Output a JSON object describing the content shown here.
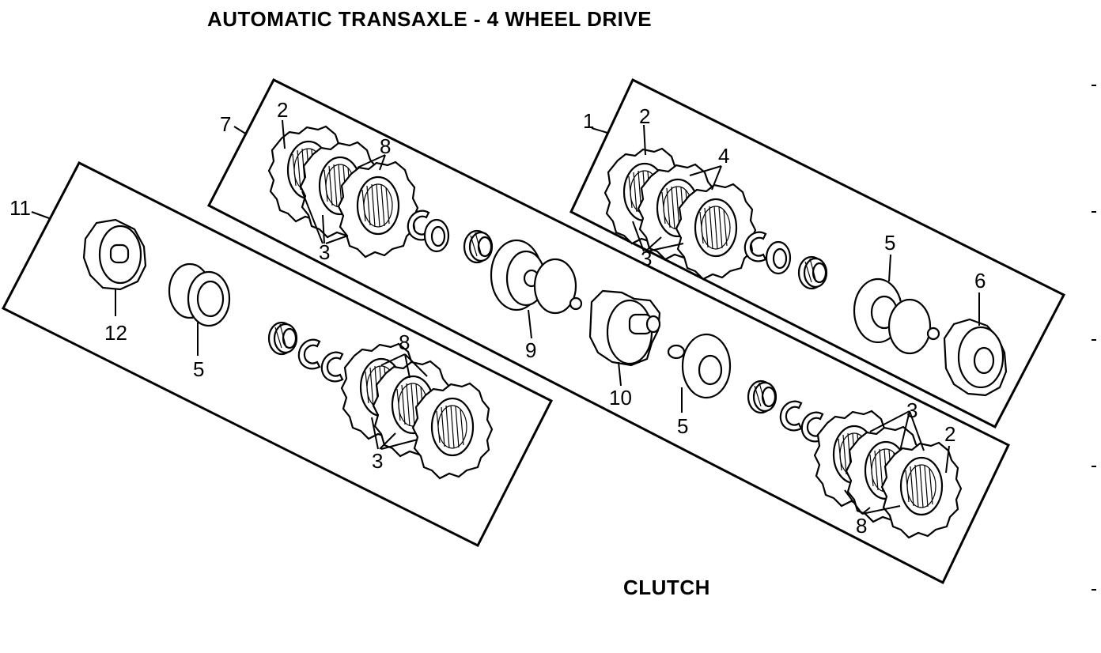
{
  "title": "AUTOMATIC TRANSAXLE - 4 WHEEL DRIVE",
  "caption": "CLUTCH",
  "callouts": {
    "c1": "1",
    "c2a": "2",
    "c2b": "2",
    "c2c": "2",
    "c3a": "3",
    "c3b": "3",
    "c3c": "3",
    "c3d": "3",
    "c4": "4",
    "c5a": "5",
    "c5b": "5",
    "c5c": "5",
    "c6": "6",
    "c7": "7",
    "c8a": "8",
    "c8b": "8",
    "c8c": "8",
    "c9": "9",
    "c10": "10",
    "c11": "11",
    "c12": "12"
  }
}
